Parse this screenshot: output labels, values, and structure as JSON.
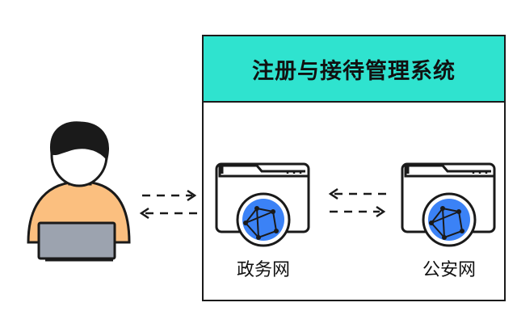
{
  "system": {
    "title": "注册与接待管理系统"
  },
  "networks": [
    {
      "label": "政务网",
      "icon": "browser-globe-icon"
    },
    {
      "label": "公安网",
      "icon": "browser-globe-icon"
    }
  ],
  "colors": {
    "header": "#2fe3cf",
    "globe": "#3b82f6",
    "skin": "#fbbf7f",
    "laptop": "#9ca3af"
  }
}
